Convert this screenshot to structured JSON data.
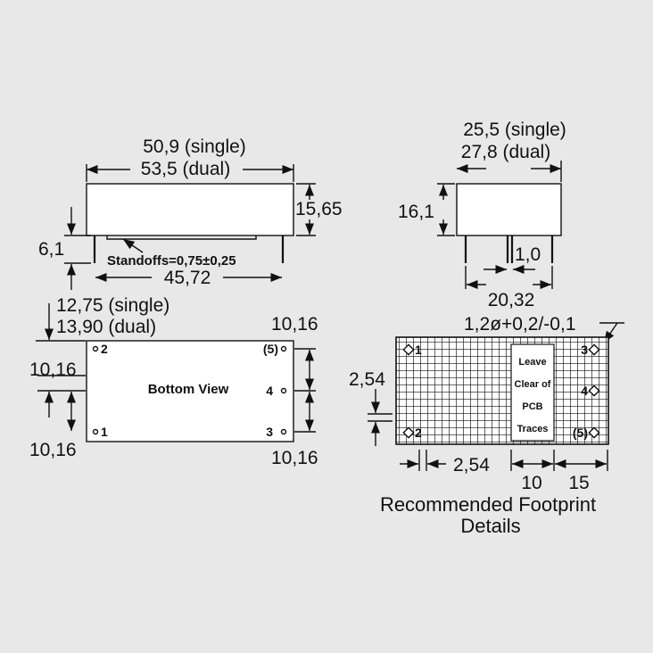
{
  "top_view": {
    "width_single": "50,9 (single)",
    "width_dual": "53,5 (dual)",
    "height": "15,65",
    "pin_length": "6,1",
    "standoffs": "Standoffs=0,75±0,25",
    "pin_span": "45,72"
  },
  "side_view": {
    "width_single": "25,5 (single)",
    "width_dual": "27,8 (dual)",
    "height": "16,1",
    "pin_pitch": "1,0",
    "pin_span": "20,32"
  },
  "bottom_view": {
    "title": "Bottom View",
    "offset_single": "12,75 (single)",
    "offset_dual": "13,90 (dual)",
    "dim_left_mid": "10,16",
    "dim_left_bottom": "10,16",
    "dim_right_top": "10,16",
    "dim_right_bottom": "10,16",
    "pins": {
      "p1": "1",
      "p2": "2",
      "p3": "3",
      "p4": "4",
      "p5": "(5)"
    }
  },
  "footprint": {
    "hole": "1,2ø+0,2/-0,1",
    "pitch_v": "2,54",
    "pitch_h": "2,54",
    "dim_10": "10",
    "dim_15": "15",
    "keepout": [
      "Leave",
      "Clear of",
      "PCB",
      "Traces"
    ],
    "caption_line1": "Recommended Footprint",
    "caption_line2": "Details",
    "pins": {
      "p1": "1",
      "p2": "2",
      "p3": "3",
      "p4": "4",
      "p5": "(5)"
    }
  }
}
